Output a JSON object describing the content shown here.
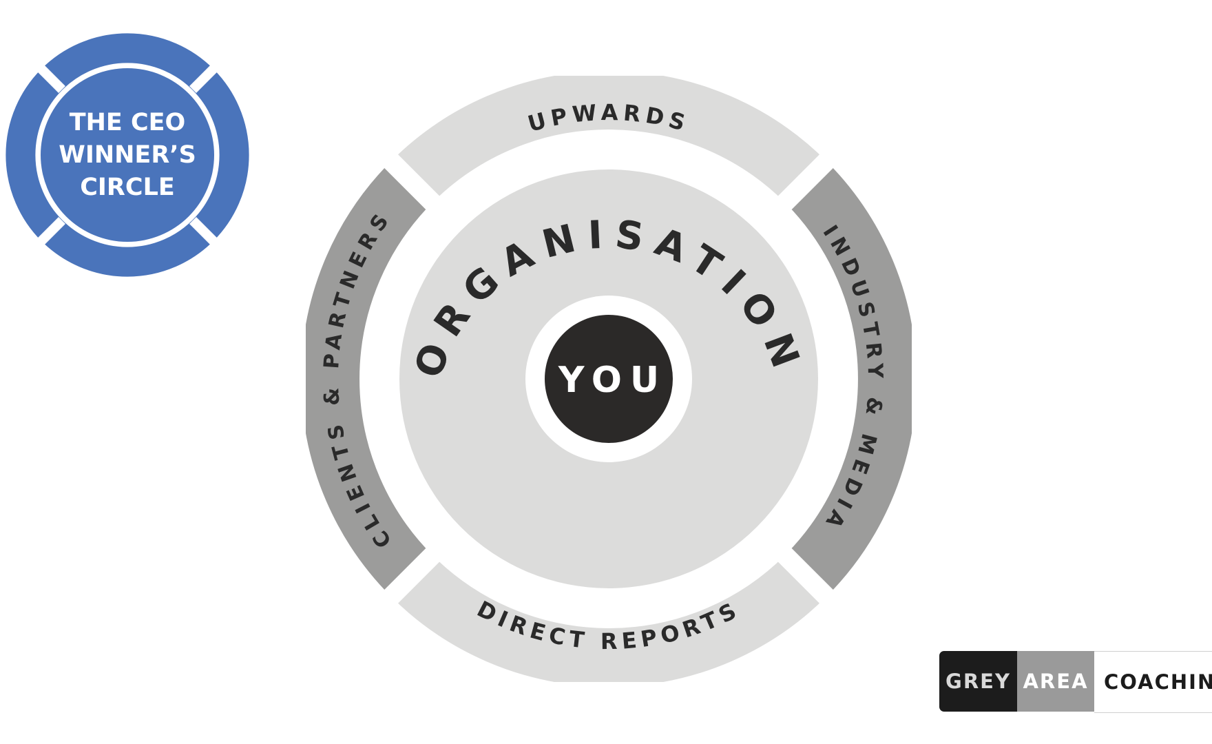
{
  "badge": {
    "line1": "THE CEO",
    "line2": "WINNER’S",
    "line3": "CIRCLE",
    "color": "#4a74bb"
  },
  "diagram": {
    "top_label": "UPWARDS",
    "bottom_label": "DIRECT REPORTS",
    "left_label": "CLIENTS & PARTNERS",
    "right_label": "INDUSTRY & MEDIA",
    "middle_label": "ORGANISATION",
    "center_label": "YOU",
    "colors": {
      "light_ring": "#dcdcdb",
      "dark_ring": "#9c9c9b",
      "center": "#2b2928"
    }
  },
  "brand": {
    "part1": "GREY",
    "part2": "AREA",
    "part3": "COACHING"
  }
}
